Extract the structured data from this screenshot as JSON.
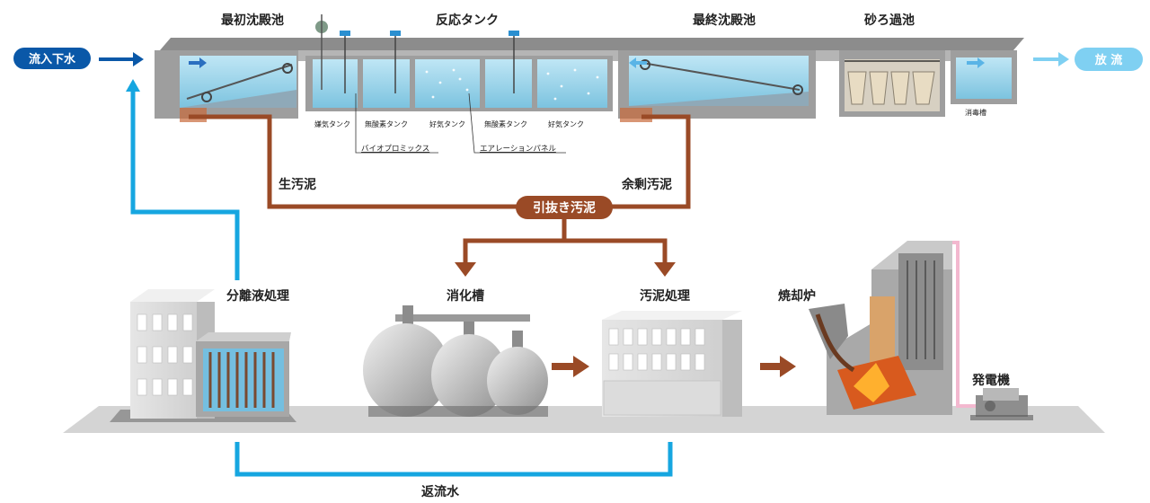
{
  "labels": {
    "primary_clarifier": "最初沈殿池",
    "reaction_tank": "反応タンク",
    "final_clarifier": "最終沈殿池",
    "sand_filter": "砂ろ過池",
    "disinfection_tank": "消毒槽",
    "inflow": "流入下水",
    "discharge": "放 流",
    "anaerobic_tank": "嫌気タンク",
    "anoxic_tank_1": "無酸素タンク",
    "aerobic_tank_1": "好気タンク",
    "anoxic_tank_2": "無酸素タンク",
    "aerobic_tank_2": "好気タンク",
    "bio_mix": "バイオプロミックス",
    "aeration_panel": "エアレーションパネル",
    "raw_sludge": "生汚泥",
    "excess_sludge": "余剰汚泥",
    "withdrawn_sludge": "引抜き汚泥",
    "separated_liquid": "分離液処理",
    "digester": "消化槽",
    "sludge_treatment": "汚泥処理",
    "incinerator": "焼却炉",
    "generator": "発電機",
    "return_water": "返流水"
  },
  "colors": {
    "water_blue": "#16a6e0",
    "dark_blue": "#0a58a8",
    "light_blue": "#7fd0f2",
    "sludge_brown": "#9a4a26",
    "concrete": "#a9a9a9",
    "ground": "#cfcfcf"
  }
}
